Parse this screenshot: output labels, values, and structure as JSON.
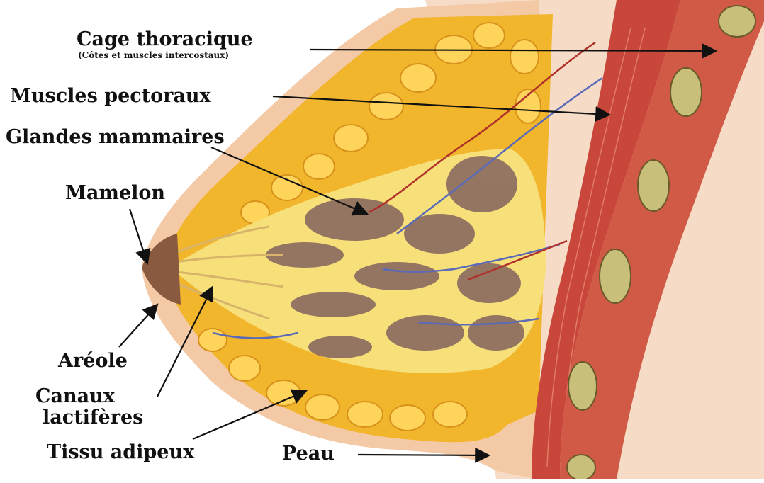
{
  "labels": {
    "cage_thoracique": "Cage thoracique",
    "cage_subtitle": "(Côtes et muscles intercostaux)",
    "muscles_pectoraux": "Muscles pectoraux",
    "glandes_mammaires": "Glandes mammaires",
    "mamelon": "Mamelon",
    "areole": "Aréole",
    "canaux_line1": "Canaux",
    "canaux_line2": "lactifères",
    "tissu_adipeux": "Tissu adipeux",
    "peau": "Peau"
  },
  "colors": {
    "skin": "#f3c9a6",
    "background_skin": "#f6dcc7",
    "fat": "#f1b62c",
    "fat_highlight": "#ffe27a",
    "gland": "#8a6a60",
    "muscle": "#c9463a",
    "rib": "#c8bf7a",
    "artery": "#b0302a",
    "vein": "#5a6ab8",
    "label_text": "#111111"
  }
}
